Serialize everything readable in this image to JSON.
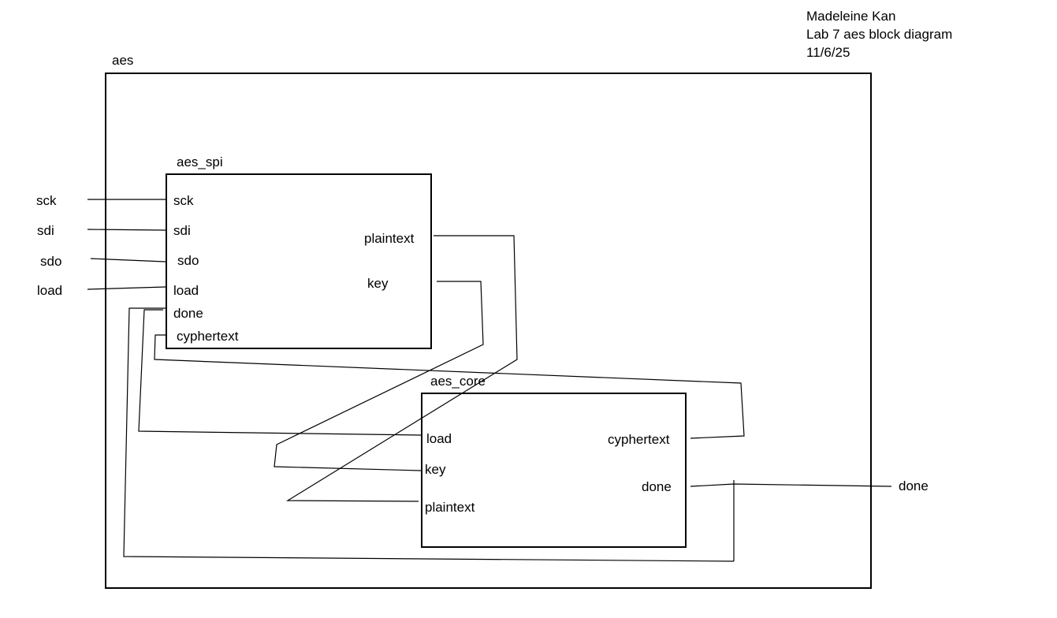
{
  "header": {
    "author": "Madeleine Kan",
    "title": "Lab 7 aes block diagram",
    "date": "11/6/25"
  },
  "aes": {
    "label": "aes",
    "inputs": {
      "sck": "sck",
      "sdi": "sdi",
      "sdo": "sdo",
      "load": "load"
    },
    "outputs": {
      "done": "done"
    }
  },
  "aes_spi": {
    "label": "aes_spi",
    "ports": {
      "sck": "sck",
      "sdi": "sdi",
      "sdo": "sdo",
      "load": "load",
      "done": "done",
      "cyphertext": "cyphertext",
      "plaintext": "plaintext",
      "key": "key"
    }
  },
  "aes_core": {
    "label": "aes_core",
    "ports": {
      "load": "load",
      "key": "key",
      "plaintext": "plaintext",
      "cyphertext": "cyphertext",
      "done": "done"
    }
  }
}
